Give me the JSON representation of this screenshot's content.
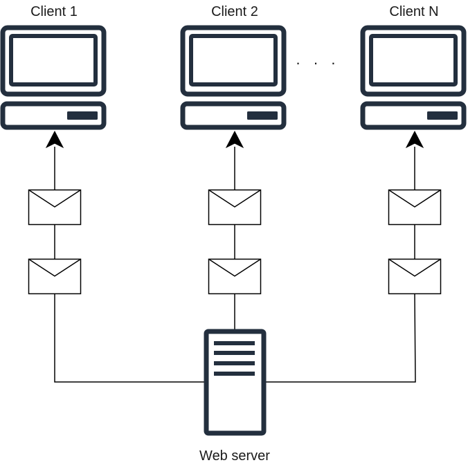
{
  "clients": [
    {
      "label": "Client 1"
    },
    {
      "label": "Client 2"
    },
    {
      "label": "Client N"
    }
  ],
  "ellipsis": "· · ·",
  "server": {
    "label": "Web server"
  },
  "colors": {
    "device_stroke": "#232F3E",
    "line": "#000000",
    "envelope_fill": "#ffffff",
    "background": "#ffffff"
  },
  "icons": {
    "client": "computer-monitor-icon",
    "message": "envelope-icon",
    "server": "server-tower-icon",
    "arrow": "arrowhead-up-icon"
  }
}
